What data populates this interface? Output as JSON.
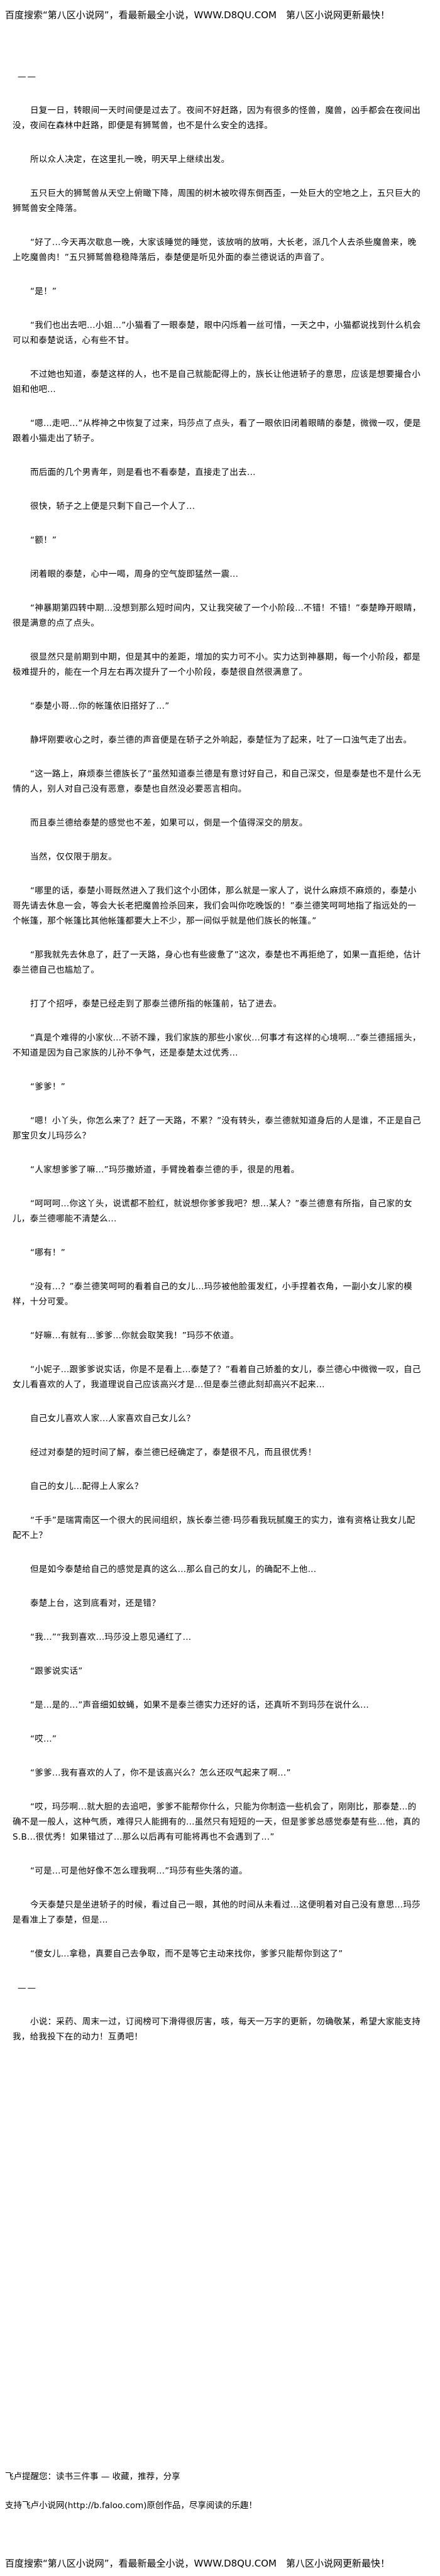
{
  "header": {
    "text": "百度搜索“第八区小说网”，看最新最全小说，WWW.D8QU.COM　第八区小说网更新最快！"
  },
  "paragraphs": [
    "——",
    "日复一日，转眼间一天时间便是过去了。夜间不好赶路，因为有很多的怪兽，魔兽，凶手都会在夜间出没，夜间在森林中赶路，即便是有狮鹫兽，也不是什么安全的选择。",
    "所以众人决定，在这里扎一晚，明天早上继续出发。",
    "五只巨大的狮鹫兽从天空上俯瞰下降，周围的树木被吹得东倒西歪，一处巨大的空地之上，五只巨大的狮鹫兽安全降落。",
    "“好了...今天再次歇息一晚，大家该睡觉的睡觉，该放哨的放哨，大长老，派几个人去杀些魔兽来，晚上吃魔兽肉！”五只狮鹫兽稳稳降落后，泰楚便是听见外面的泰兰德说话的声音了。",
    "“是！”",
    "“我们也出去吧...小姐...”小猫看了一眼泰楚，眼中闪烁着一丝可惜，一天之中，小猫都说找到什么机会可以和泰楚说话，心有些不甘。",
    "不过她也知道，泰楚这样的人，也不是自己就能配得上的，族长让他进轿子的意思，应该是想要撮合小姐和他吧...",
    "“嗯...走吧...”从桦神之中恢复了过来，玛莎点了点头，看了一眼依旧闭着眼睛的泰楚，微微一叹，便是跟着小猫走出了轿子。",
    "而后面的几个男青年，则是看也不看泰楚，直接走了出去...",
    "很快，轿子之上便是只剩下自己一个人了...",
    "“额！”",
    "闭着眼的泰楚，心中一喝，周身的空气旋即猛然一震...",
    "“神暴期第四转中期...没想到那么短时间内，又让我突破了一个小阶段...不错！不错！”泰楚睁开眼睛，很是满意的点了点头。",
    "很显然只是前期到中期，但是其中的差距，增加的实力可不小。实力达到神暴期，每一个小阶段，都是极难提升的，能在一个月左右再次提升了一个小阶段，泰楚很自然很满意了。",
    "“泰楚小哥...你的帐篷依旧搭好了...”",
    "静坪刚要收心之时，泰兰德的声音便是在轿子之外响起，泰楚怔为了起来，吐了一口浊气走了出去。",
    "“这一路上，麻烦泰兰德族长了”虽然知道泰兰德是有意讨好自己，和自己深交，但是泰楚也不是什么无情的人，别人对自己没有恶意，泰楚也自然没必要恶言相向。",
    "而且泰兰德给泰楚的感觉也不差，如果可以，倒是一个值得深交的朋友。",
    "当然，仅仅限于朋友。",
    "“哪里的话，泰楚小哥既然进入了我们这个小团体，那么就是一家人了，说什么麻烦不麻烦的，泰楚小哥先请去休息一会，等会大长老把魔兽捡杀回来，我们会叫你吃晚饭的！”泰兰德笑呵呵地指了指远处的一个帐篷，那个帐篷比其他帐篷都要大上不少，那一间似乎就是他们族长的帐篷。”",
    "“那我就先去休息了，赶了一天路，身心也有些疲惫了”这次，泰楚也不再拒绝了，如果一直拒绝，估计泰兰德自己也尴尬了。",
    "打了个招呼，泰楚已经走到了那泰兰德所指的帐篷前，钻了进去。",
    "“真是个难得的小家伙...不骄不躁，我们家族的那些小家伙...何事才有这样的心境啊...”泰兰德摇摇头，不知道是因为自己家族的儿孙不争气，还是泰楚太过优秀...",
    "“爹爹！”",
    "“嗯！小丫头，你怎么来了？赶了一天路，不累？”没有转头，泰兰德就知道身后的人是谁，不正是自己那宝贝女儿玛莎么？",
    "“人家想爹爹了嘛...”玛莎撒娇道，手臂挽着泰兰德的手，很是的甩着。",
    "“呵呵呵...你这丫头，说谎都不脸红，就说想你爹爹我吧？想...某人？”泰兰德意有所指，自己家的女儿，泰兰德哪能不清楚么...",
    "“哪有！”",
    "“没有...？”泰兰德笑呵呵的看着自己的女儿...玛莎被他脸蛋发红，小手捏着衣角，一副小女儿家的模样，十分可爱。",
    "“好嘛...有就有...爹爹...你就会取笑我！”玛莎不依道。",
    "“小妮子...跟爹爹说实话，你是不是看上...泰楚了？”看着自己娇羞的女儿，泰兰德心中微微一叹，自己女儿看喜欢的人了，我道理说自己应该高兴才是...但是泰兰德此刻却高兴不起来...",
    "自己女儿喜欢人家...人家喜欢自己女儿么？",
    "经过对泰楚的短时间了解，泰兰德已经确定了，泰楚很不凡，而且很优秀！",
    "自己的女儿...配得上人家么？",
    "“千手”是瑞霄南区一个很大的民间组织，族长泰兰德·玛莎看我玩腻魔王的实力，谁有资格让我女儿配配不上？",
    "但是如今泰楚给自己的感觉是真的这么...那么自己的女儿，的确配不上他...",
    "泰楚上台，这到底看对，还是错？",
    "“我...”“我到喜欢...玛莎没上恩见通红了...",
    "“跟爹说实话”",
    "“是...是的...”声音细如蚊蝇，如果不是泰兰德实力还好的话，还真听不到玛莎在说什么...",
    "“哎...”",
    "“爹爹...我有喜欢的人了，你不是该高兴么？怎么还叹气起来了啊...”",
    "“哎，玛莎啊...就大胆的去追吧，爹爹不能帮你什么，只能为你制造一些机会了，刚刚比，那泰楚...的确不是一般人，这种气质，难得只人能拥有的...虽然只有短短的一天，但是爹爹总感觉泰楚有些...他，真的S.B...很优秀！如果错过了...那么以后再有可能将再也不会遇到了...”",
    "“可是...可是他好像不怎么理我啊...”玛莎有些失落的道。",
    "今天泰楚只是坐进轿子的时候，看过自己一眼，其他的时间从未看过...这便明着对自己没有意思...玛莎是看准上了泰楚，但是...",
    "“傻女儿...拿稳，真要自己去争取，而不是等它主动来找你，爹爹只能帮你到这了”",
    "——",
    "小说：采药、周末一过，订阅榜可下滑得很厉害，咳，每天一万字的更新，勿确敬某，希望大家能支持我，给我投下在的动力！互勇吧！"
  ],
  "footer": {
    "share_line": "飞卢提醒您：读书三件事 — 收藏，推荐，分享",
    "support_line": "支持飞卢小说网(http://b.faloo.com)原创作品，尽享阅读的乐趣！",
    "bottom_line": "百度搜索“第八区小说网”，看最新最全小说，WWW.D8QU.COM　第八区小说网更新最快！"
  }
}
